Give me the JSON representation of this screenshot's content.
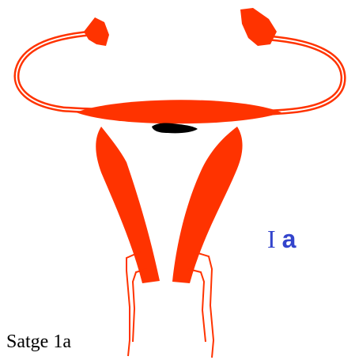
{
  "diagram": {
    "stage_label_roman": "I",
    "stage_label_letter": "a",
    "caption": "Satge 1a"
  },
  "colors": {
    "organ_fill": "#ff3300",
    "label_blue": "#3344cc",
    "lesion": "#000000",
    "background": "#ffffff"
  }
}
